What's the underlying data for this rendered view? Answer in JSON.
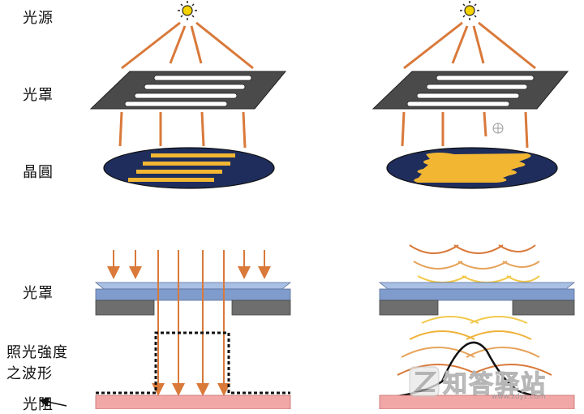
{
  "labels": {
    "light_source": "光源",
    "photomask_top": "光罩",
    "wafer": "晶圓",
    "photomask_bottom": "光罩",
    "intensity_line1": "照光強度",
    "intensity_line2": "之波形",
    "photoresist": "光阻"
  },
  "watermark": {
    "text": "知答驿站",
    "sub": "www.zdyz.com"
  },
  "colors": {
    "ray": "#d9793a",
    "mask_gray": "#4a4a4a",
    "wafer_navy": "#1e2d5c",
    "pattern_yellow": "#f2b632",
    "glass_blue": "#7f9ccc",
    "resist_pink": "#f2a7a7",
    "sun": "#f5d300"
  }
}
